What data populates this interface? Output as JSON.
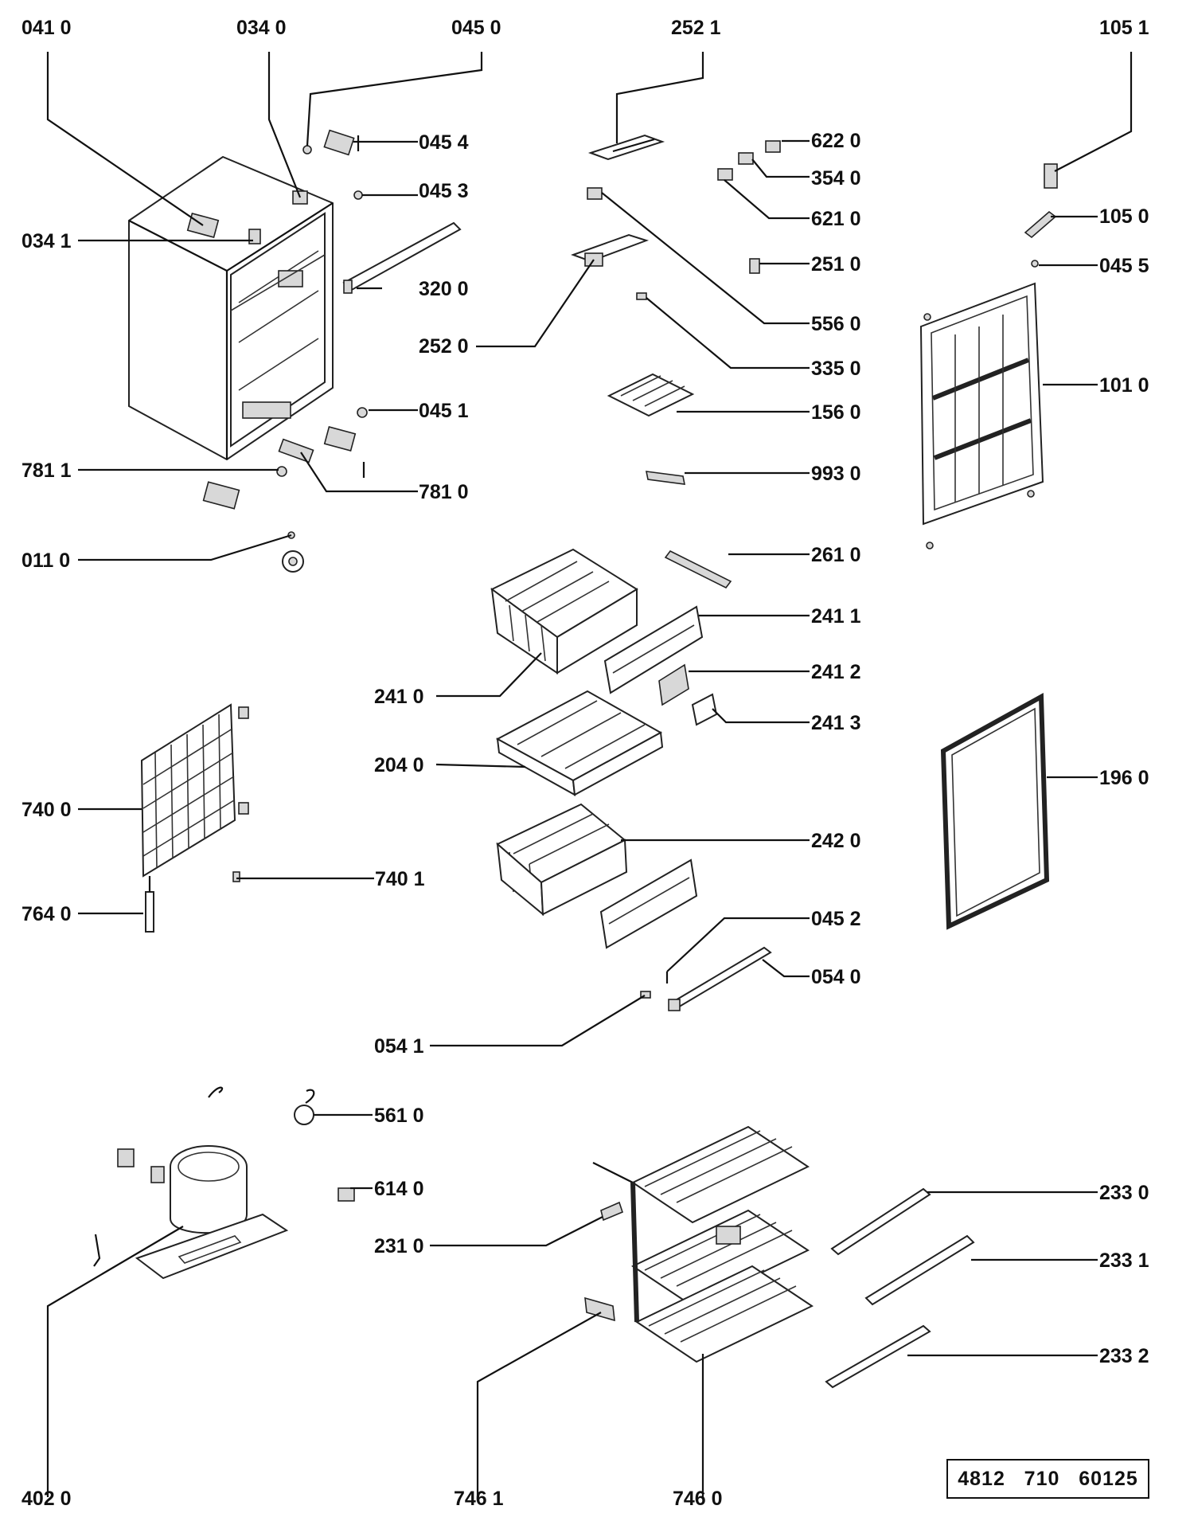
{
  "labels": {
    "l0410": "041 0",
    "l0340": "034 0",
    "l0450": "045 0",
    "l2521": "252 1",
    "l1051": "105 1",
    "l0454": "045 4",
    "l0453": "045 3",
    "l6220": "622 0",
    "l3540": "354 0",
    "l6210": "621 0",
    "l1050": "105 0",
    "l0341": "034 1",
    "l3200": "320 0",
    "l2510": "251 0",
    "l0455": "045 5",
    "l2520": "252 0",
    "l5560": "556 0",
    "l3350": "335 0",
    "l1010": "101 0",
    "l0451": "045 1",
    "l1560": "156 0",
    "l7811": "781 1",
    "l7810": "781 0",
    "l9930": "993 0",
    "l0110": "011 0",
    "l2610": "261 0",
    "l2411": "241 1",
    "l2412": "241 2",
    "l2410": "241 0",
    "l2413": "241 3",
    "l2040": "204 0",
    "l1960": "196 0",
    "l7400": "740 0",
    "l2420": "242 0",
    "l7401": "740 1",
    "l7640": "764 0",
    "l0452": "045 2",
    "l0540": "054 0",
    "l0541": "054 1",
    "l5610": "561 0",
    "l6140": "614 0",
    "l2330": "233 0",
    "l2310": "231 0",
    "l2331": "233 1",
    "l2332": "233 2",
    "l4020": "402 0",
    "l7461": "746 1",
    "l7460": "746 0"
  },
  "reference": "4812   710   60125"
}
